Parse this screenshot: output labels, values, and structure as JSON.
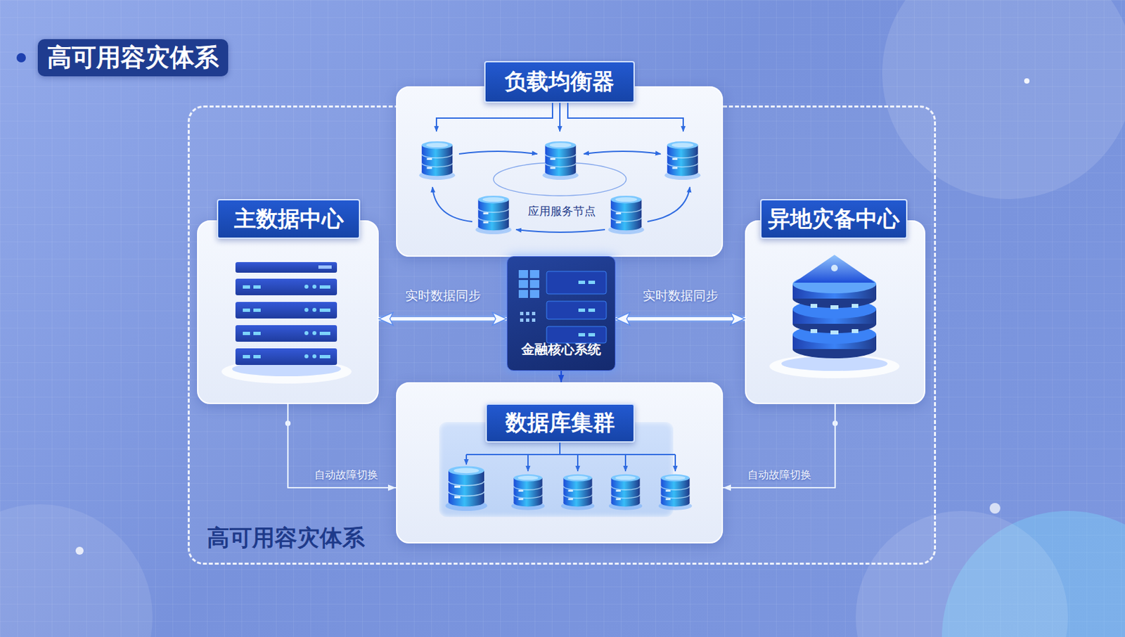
{
  "diagram": {
    "title": "高可用容灾体系",
    "nodes": [
      {
        "text": [
          "高可用容灾体系"
        ]
      },
      {
        "text": [
          "负载均衡器",
          "应用服务节点"
        ],
        "in": 0
      },
      {
        "text": [
          "主数据中心"
        ],
        "in": 0
      },
      {
        "text": [
          "金融核心系统"
        ],
        "in": 0
      },
      {
        "text": [
          "异地灾备中心"
        ],
        "in": 0
      },
      {
        "text": [
          "数据库集群"
        ],
        "in": 0
      }
    ],
    "edges": [
      {
        "from": 2,
        "to": 3,
        "label": "实时数据同步",
        "arrow": "both"
      },
      {
        "from": 3,
        "to": 4,
        "label": "实时数据同步",
        "arrow": "both"
      },
      {
        "from": 3,
        "to": 5,
        "arrow": "to"
      },
      {
        "from": 2,
        "to": 5,
        "label": "自动故障切换",
        "arrow": "to"
      },
      {
        "from": 4,
        "to": 5,
        "label": "自动故障切换",
        "arrow": "to"
      }
    ]
  }
}
